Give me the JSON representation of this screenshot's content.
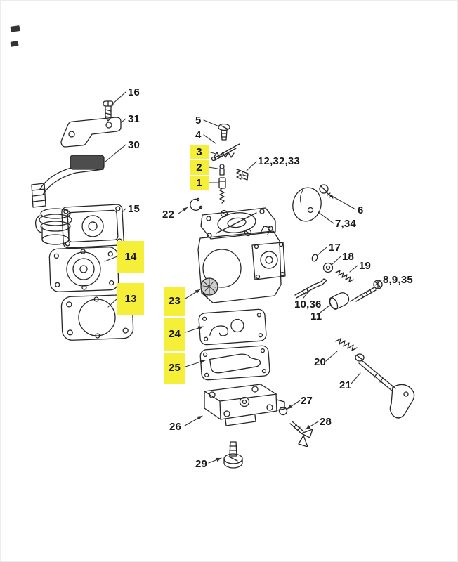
{
  "diagram": {
    "type": "exploded-parts-diagram",
    "background_color": "#ffffff",
    "line_color": "#262626",
    "highlight_color": "#f6ef39",
    "highlighted_callouts": [
      "1",
      "2",
      "3",
      "13",
      "14",
      "23",
      "24",
      "25"
    ]
  },
  "callouts": {
    "p16": {
      "text": "16",
      "highlighted": false
    },
    "p31": {
      "text": "31",
      "highlighted": false
    },
    "p30": {
      "text": "30",
      "highlighted": false
    },
    "p15": {
      "text": "15",
      "highlighted": false
    },
    "p14": {
      "text": "14",
      "highlighted": true
    },
    "p13": {
      "text": "13",
      "highlighted": true
    },
    "p5": {
      "text": "5",
      "highlighted": false
    },
    "p4": {
      "text": "4",
      "highlighted": false
    },
    "p3": {
      "text": "3",
      "highlighted": true
    },
    "p2": {
      "text": "2",
      "highlighted": true
    },
    "p1": {
      "text": "1",
      "highlighted": true
    },
    "p22": {
      "text": "22",
      "highlighted": false
    },
    "p12_32_33": {
      "text": "12,32,33",
      "highlighted": false
    },
    "p6": {
      "text": "6",
      "highlighted": false
    },
    "p7_34": {
      "text": "7,34",
      "highlighted": false
    },
    "p17": {
      "text": "17",
      "highlighted": false
    },
    "p18": {
      "text": "18",
      "highlighted": false
    },
    "p19": {
      "text": "19",
      "highlighted": false
    },
    "p8_9_35": {
      "text": "8,9,35",
      "highlighted": false
    },
    "p10_36": {
      "text": "10,36",
      "highlighted": false
    },
    "p11": {
      "text": "11",
      "highlighted": false
    },
    "p23": {
      "text": "23",
      "highlighted": true
    },
    "p24": {
      "text": "24",
      "highlighted": true
    },
    "p25": {
      "text": "25",
      "highlighted": true
    },
    "p20": {
      "text": "20",
      "highlighted": false
    },
    "p21": {
      "text": "21",
      "highlighted": false
    },
    "p26": {
      "text": "26",
      "highlighted": false
    },
    "p27": {
      "text": "27",
      "highlighted": false
    },
    "p28": {
      "text": "28",
      "highlighted": false
    },
    "p29": {
      "text": "29",
      "highlighted": false
    }
  }
}
